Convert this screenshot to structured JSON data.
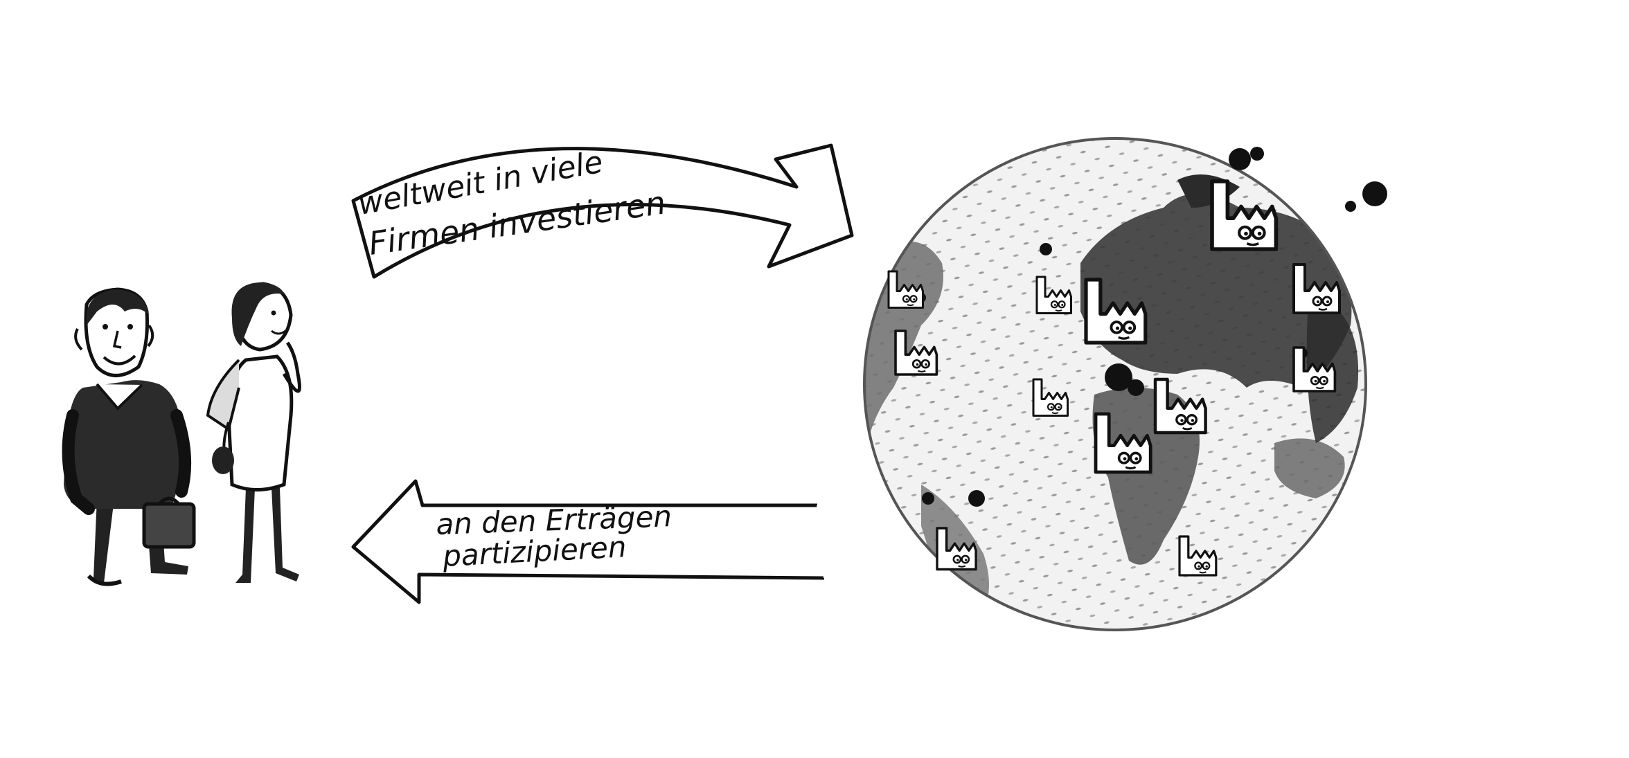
{
  "arrow_top": {
    "line1": "weltweit in viele",
    "line2": "Firmen investieren"
  },
  "arrow_bottom": {
    "line1": "an den Erträgen",
    "line2": "partizipieren"
  },
  "colors": {
    "ink": "#111111",
    "wash_dark": "#2b2b2b",
    "wash_mid": "#6f6f6f",
    "wash_light": "#bdbdbd",
    "paper": "#ffffff"
  },
  "icons": [
    "man-with-briefcase-icon",
    "woman-thinking-icon",
    "globe-icon",
    "factory-icon"
  ]
}
